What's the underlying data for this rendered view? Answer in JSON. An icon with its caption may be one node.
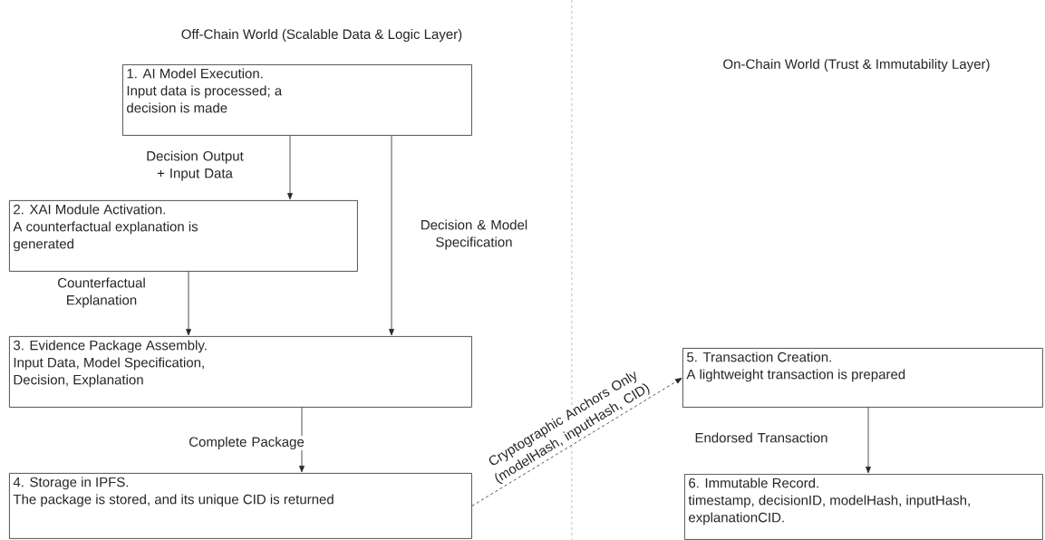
{
  "diagram": {
    "nodes": [
      {
        "text": [
          "1. AI Model Execution.",
          "Input data is processed; a decision is made"
        ]
      },
      {
        "text": [
          "2. XAI Module Activation.",
          "A counterfactual explanation is generated"
        ]
      },
      {
        "text": [
          "3. Evidence Package Assembly.",
          "Input Data, Model Specification, Decision, Explanation"
        ]
      },
      {
        "text": [
          "4. Storage in IPFS.",
          "The package is stored, and its unique CID is returned"
        ]
      },
      {
        "text": [
          "5. Transaction Creation.",
          "A lightweight transaction is prepared"
        ]
      },
      {
        "text": [
          "6. Immutable Record.",
          "timestamp, decisionID, modelHash, inputHash, explanationCID."
        ]
      }
    ],
    "edges": [
      {
        "from": 0,
        "to": 1,
        "arrow": "to",
        "label": "Decision Output + Input Data"
      },
      {
        "from": 0,
        "to": 2,
        "arrow": "to",
        "label": "Decision & Model Specification"
      },
      {
        "from": 1,
        "to": 2,
        "arrow": "to",
        "label": "Counterfactual Explanation"
      },
      {
        "from": 2,
        "to": 3,
        "arrow": "to",
        "label": "Complete Package"
      },
      {
        "from": 3,
        "to": 4,
        "arrow": "to",
        "label": "Cryptographic Anchors Only (modelHash, inputHash, CID)",
        "style": "dashed"
      },
      {
        "from": 4,
        "to": 5,
        "arrow": "to",
        "label": "Endorsed Transaction"
      }
    ],
    "labels": [
      "Off-Chain World (Scalable Data & Logic Layer)",
      "On-Chain World (Trust & Immutability Layer)"
    ]
  }
}
